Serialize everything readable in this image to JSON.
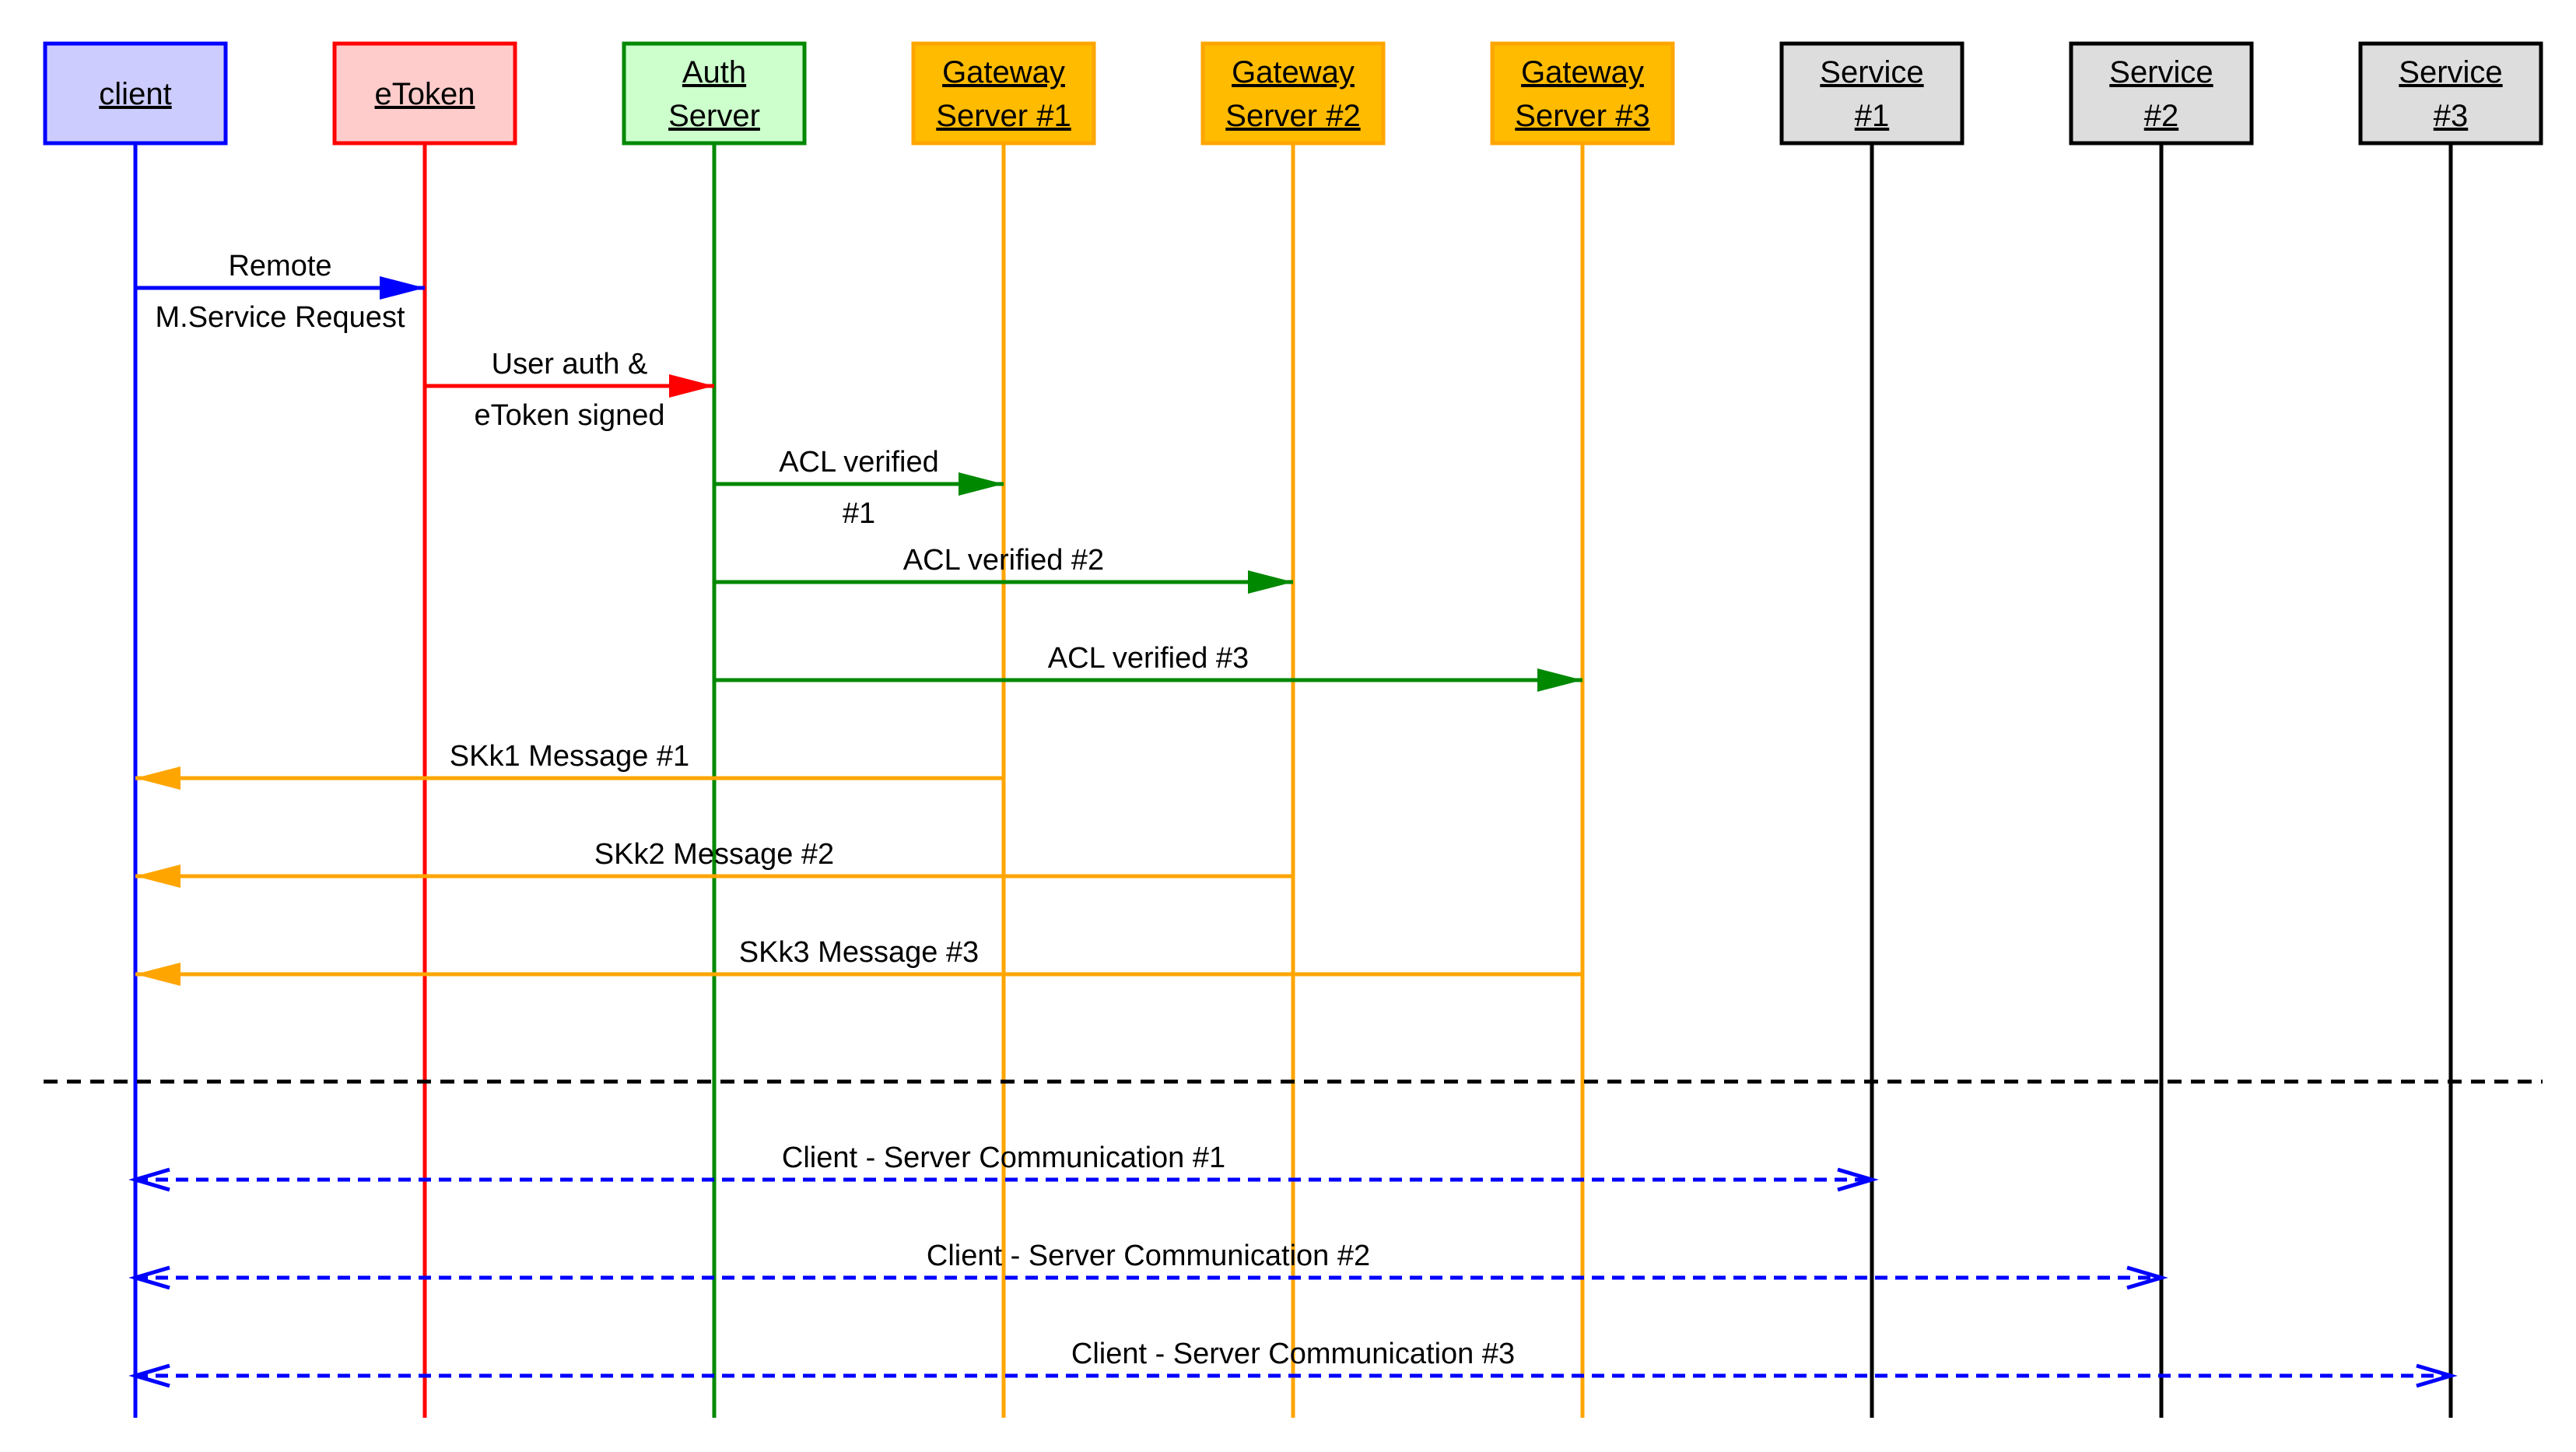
{
  "participants": [
    {
      "id": "client",
      "lines": [
        "client"
      ],
      "fill": "#ccccff",
      "stroke": "#0000ff"
    },
    {
      "id": "etoken",
      "lines": [
        "eToken"
      ],
      "fill": "#ffcccc",
      "stroke": "#ff0000"
    },
    {
      "id": "auth",
      "lines": [
        "Auth",
        "Server"
      ],
      "fill": "#ccffcc",
      "stroke": "#008800"
    },
    {
      "id": "gw1",
      "lines": [
        "Gateway",
        "Server #1"
      ],
      "fill": "#ffbb00",
      "stroke": "#ffa500"
    },
    {
      "id": "gw2",
      "lines": [
        "Gateway",
        "Server #2"
      ],
      "fill": "#ffbb00",
      "stroke": "#ffa500"
    },
    {
      "id": "gw3",
      "lines": [
        "Gateway",
        "Server #3"
      ],
      "fill": "#ffbb00",
      "stroke": "#ffa500"
    },
    {
      "id": "svc1",
      "lines": [
        "Service",
        "#1"
      ],
      "fill": "#dddddd",
      "stroke": "#000000"
    },
    {
      "id": "svc2",
      "lines": [
        "Service",
        "#2"
      ],
      "fill": "#dddddd",
      "stroke": "#000000"
    },
    {
      "id": "svc3",
      "lines": [
        "Service",
        "#3"
      ],
      "fill": "#dddddd",
      "stroke": "#000000"
    }
  ],
  "messages": [
    {
      "from": "client",
      "to": "etoken",
      "color": "#0000ff",
      "style": "solid",
      "lines": [
        "Remote",
        "M.Service Request"
      ]
    },
    {
      "from": "etoken",
      "to": "auth",
      "color": "#ff0000",
      "style": "solid",
      "lines": [
        "User auth &",
        "eToken signed"
      ]
    },
    {
      "from": "auth",
      "to": "gw1",
      "color": "#008800",
      "style": "solid",
      "lines": [
        "ACL verified",
        "#1"
      ]
    },
    {
      "from": "auth",
      "to": "gw2",
      "color": "#008800",
      "style": "solid",
      "lines": [
        "ACL verified #2"
      ]
    },
    {
      "from": "auth",
      "to": "gw3",
      "color": "#008800",
      "style": "solid",
      "lines": [
        "ACL verified #3"
      ]
    },
    {
      "from": "gw1",
      "to": "client",
      "color": "#ffa500",
      "style": "solid",
      "lines": [
        "SKk1 Message #1"
      ]
    },
    {
      "from": "gw2",
      "to": "client",
      "color": "#ffa500",
      "style": "solid",
      "lines": [
        "SKk2 Message #2"
      ]
    },
    {
      "from": "gw3",
      "to": "client",
      "color": "#ffa500",
      "style": "solid",
      "lines": [
        "SKk3 Message #3"
      ]
    },
    {
      "separator": true
    },
    {
      "from": "client",
      "to": "svc1",
      "color": "#0000ff",
      "style": "dashed",
      "bidirectional": true,
      "lines": [
        "Client - Server Communication #1"
      ]
    },
    {
      "from": "client",
      "to": "svc2",
      "color": "#0000ff",
      "style": "dashed",
      "bidirectional": true,
      "lines": [
        "Client - Server Communication #2"
      ]
    },
    {
      "from": "client",
      "to": "svc3",
      "color": "#0000ff",
      "style": "dashed",
      "bidirectional": true,
      "lines": [
        "Client - Server Communication #3"
      ]
    }
  ]
}
